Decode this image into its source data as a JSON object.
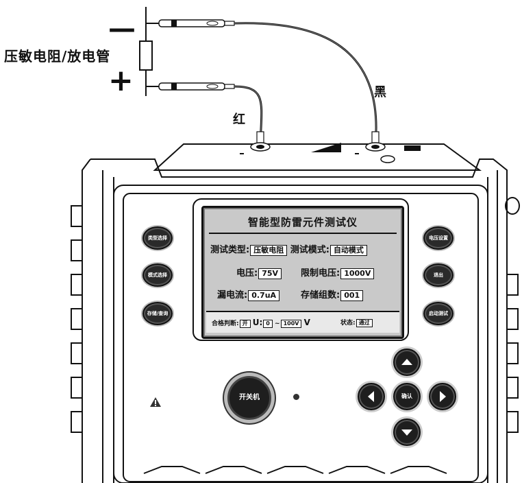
{
  "component": {
    "label": "压敏电阻/放电管",
    "minus": "—",
    "plus": "+"
  },
  "leads": {
    "red_label": "红",
    "black_label": "黑"
  },
  "device": {
    "title": "智能型防雷元件测试仪",
    "test_type_label": "测试类型:",
    "test_type_value": "压敏电阻",
    "test_mode_label": "测试模式:",
    "test_mode_value": "自动模式",
    "voltage_label": "电压:",
    "voltage_value": "75V",
    "limit_voltage_label": "限制电压:",
    "limit_voltage_value": "1000V",
    "leakage_label": "漏电流:",
    "leakage_value": "0.7uA",
    "storage_group_label": "存储组数:",
    "storage_group_value": "001",
    "pass_judge_label": "合格判断:",
    "pass_judge_value": "开",
    "u_label": "U:",
    "u_min": "0",
    "u_sep": "~",
    "u_max": "100V",
    "u_unit": "V",
    "status_label": "状态:",
    "status_value": "通过"
  },
  "buttons": {
    "type_select": "类型选择",
    "mode_select": "模式选择",
    "store_query": "存储/查询",
    "voltage_set": "电压设置",
    "exit": "退出",
    "start_test": "启动测试",
    "confirm": "确认",
    "power": "开关机"
  },
  "colors": {
    "lcd_bg": "#c9c9c9",
    "body_outline": "#111111",
    "button_fill": "#1e1e1e"
  }
}
